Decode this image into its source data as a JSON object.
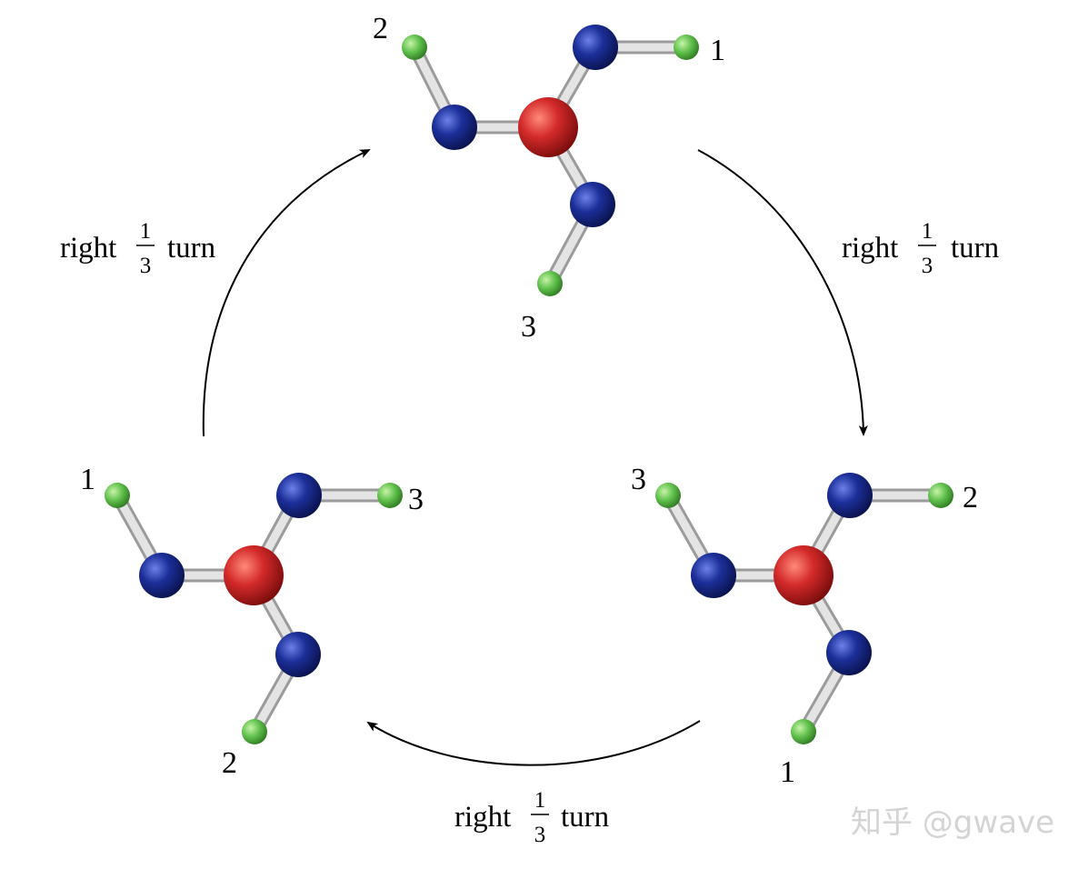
{
  "diagram": {
    "rotation_label": {
      "prefix": "right",
      "numerator": "1",
      "denominator": "3",
      "suffix": "turn"
    },
    "molecules": [
      {
        "id": "top",
        "labels": [
          "1",
          "2",
          "3"
        ]
      },
      {
        "id": "bottom-right",
        "labels": [
          "2",
          "3",
          "1"
        ]
      },
      {
        "id": "bottom-left",
        "labels": [
          "3",
          "1",
          "2"
        ]
      }
    ],
    "watermark": "知乎 @gwave",
    "colors": {
      "center_atom": "#d42a2a",
      "inner_atom": "#1c2f9a",
      "outer_atom": "#62c24e",
      "bond": "#d9d9d9",
      "arrow": "#000000"
    }
  }
}
